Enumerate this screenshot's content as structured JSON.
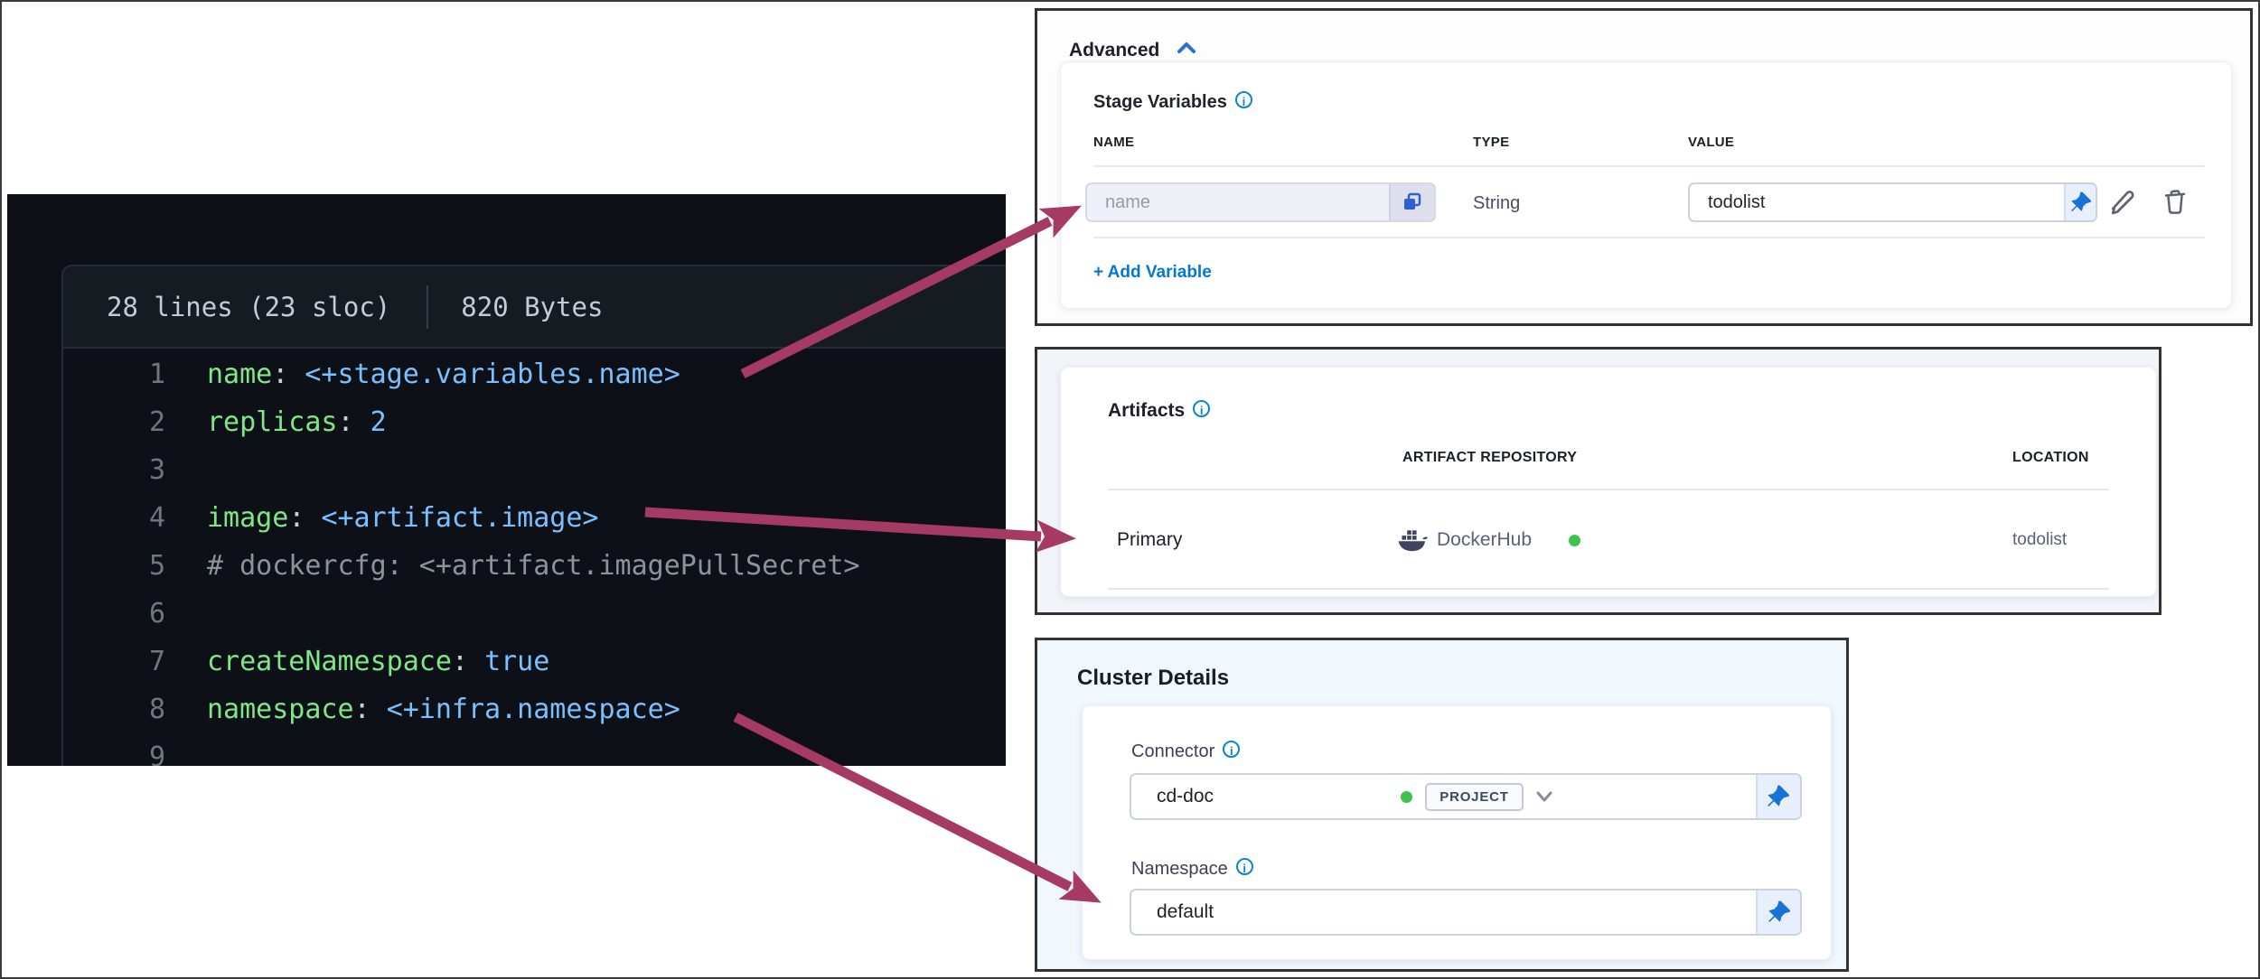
{
  "code_viewer": {
    "meta_lines": "28 lines (23 sloc)",
    "meta_size": "820 Bytes",
    "lines": [
      {
        "n": "1",
        "key": "name",
        "punc": ": ",
        "value": "<+stage.variables.name>"
      },
      {
        "n": "2",
        "key": "replicas",
        "punc": ": ",
        "value": "2"
      },
      {
        "n": "3"
      },
      {
        "n": "4",
        "key": "image",
        "punc": ": ",
        "value": "<+artifact.image>"
      },
      {
        "n": "5",
        "comment": "# dockercfg: <+artifact.imagePullSecret>"
      },
      {
        "n": "6"
      },
      {
        "n": "7",
        "key": "createNamespace",
        "punc": ": ",
        "value": "true"
      },
      {
        "n": "8",
        "key": "namespace",
        "punc": ": ",
        "value": "<+infra.namespace>"
      },
      {
        "n": "9"
      }
    ]
  },
  "advanced_panel": {
    "title": "Advanced",
    "section_title": "Stage Variables",
    "columns": [
      "NAME",
      "TYPE",
      "VALUE"
    ],
    "row": {
      "name_placeholder": "name",
      "type": "String",
      "value": "todolist"
    },
    "add_variable_label": "+ Add Variable"
  },
  "artifacts_panel": {
    "title": "Artifacts",
    "columns": [
      "ARTIFACT REPOSITORY",
      "LOCATION"
    ],
    "row": {
      "label": "Primary",
      "repository": "DockerHub",
      "location": "todolist"
    }
  },
  "cluster_panel": {
    "title": "Cluster Details",
    "connector_label": "Connector",
    "connector_value": "cd-doc",
    "connector_scope": "PROJECT",
    "namespace_label": "Namespace",
    "namespace_value": "default"
  },
  "colors": {
    "accent_blue": "#0278d5",
    "arrow_magenta": "#a53a63",
    "status_green": "#3ec24d",
    "code_key_green": "#7ee787",
    "code_value_blue": "#79c0ff"
  }
}
